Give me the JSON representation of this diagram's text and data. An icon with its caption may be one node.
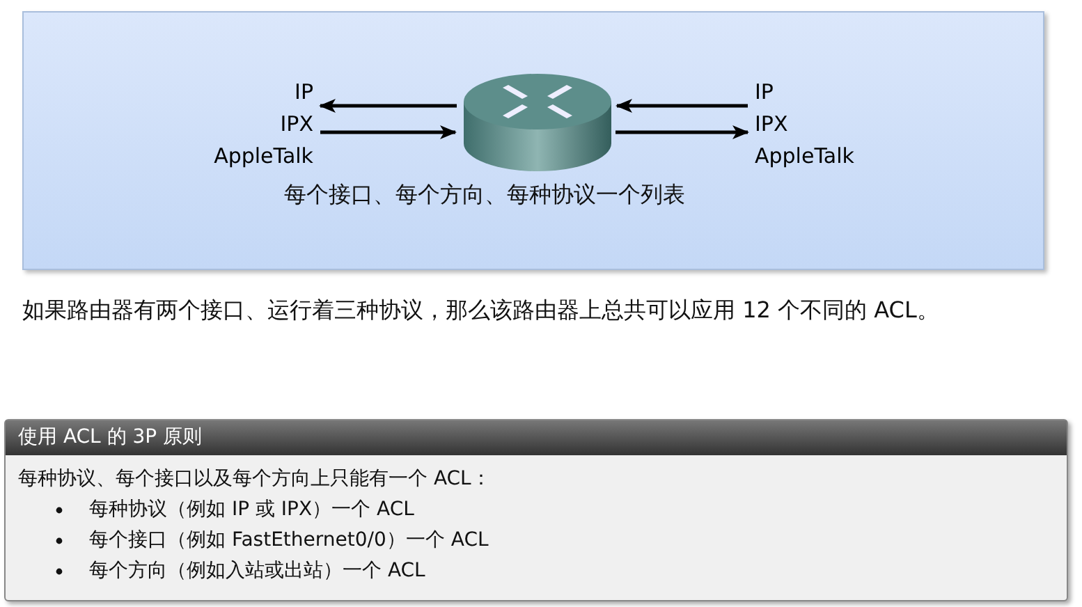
{
  "diagram": {
    "nodes": [
      {
        "text": [
          "每个接口、每个方向、每种协议一个列表"
        ]
      },
      {
        "text": [],
        "shape": "cylinder",
        "in": 0
      },
      {
        "text": [
          "IP IPX AppleTalk"
        ],
        "in": 0
      },
      {
        "text": [
          "IP IPX AppleTalk"
        ],
        "in": 0
      },
      {
        "text": [
          "使用 ACL 的 3P 原则",
          "每种协议、每个接口以及每个方向上只能有一个 ACL：",
          "每种协议（例如 IP 或 IPX）一个 ACL",
          "每个接口（例如 FastEthernet0/0）一个 ACL",
          "每个方向（例如入站或出站）一个 ACL"
        ]
      }
    ],
    "edges": [
      {
        "from": 1,
        "to": 2,
        "arrow": "to"
      },
      {
        "from": 2,
        "to": 1,
        "arrow": "to"
      },
      {
        "from": 3,
        "to": 1,
        "arrow": "to"
      },
      {
        "from": 1,
        "to": 3,
        "arrow": "to"
      }
    ],
    "labels": [
      "如果路由器有两个接口、运行着三种协议，那么该路由器上总共可以应用 12 个不同的 ACL。"
    ]
  }
}
